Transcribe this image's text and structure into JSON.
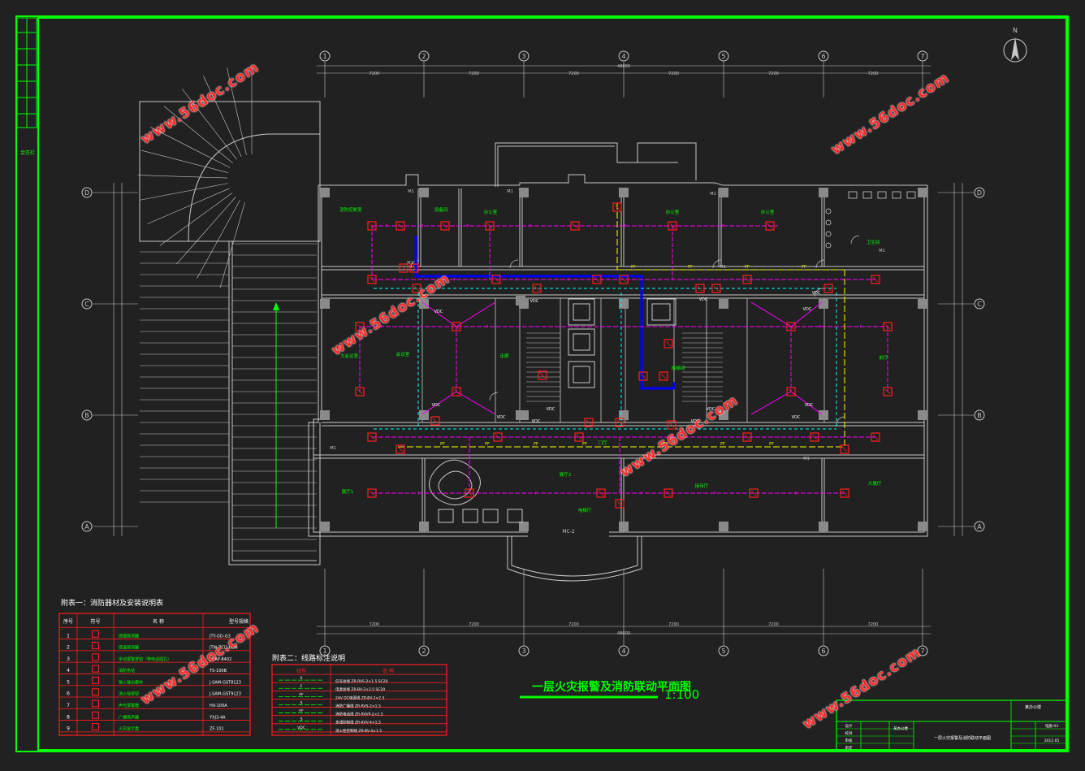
{
  "drawing": {
    "title": "一层火灾报警及消防联动平面图",
    "scale": "1:100",
    "north": "N",
    "overall_dimension": "48000",
    "watermark": "www.56doc.com"
  },
  "grid": {
    "columns": [
      "1",
      "2",
      "3",
      "4",
      "5",
      "6",
      "7"
    ],
    "rows": [
      "D",
      "C",
      "B",
      "A"
    ],
    "bay_dimensions": [
      "7200",
      "7200",
      "7200",
      "7200",
      "7200",
      "7200"
    ]
  },
  "rooms": [
    "消防控制室",
    "设备间",
    "办公室",
    "办公室",
    "办公室",
    "会议室",
    "大会议室",
    "走廊",
    "前厅",
    "展厅2",
    "接待厅",
    "展厅1",
    "大展厅",
    "卫生间",
    "楼梯间",
    "门厅",
    "电梯厅"
  ],
  "device_labels": {
    "fire_hydrant_button": "F",
    "smoke_detector": "S",
    "voltage_label": "VDC",
    "ff_label": "FF",
    "door_label": "M1",
    "entrance": "MC-2"
  },
  "table1": {
    "title": "附表一：消防器材及安装说明表",
    "headers": [
      "序号",
      "符号",
      "名 称",
      "型号规格"
    ],
    "rows": [
      {
        "no": "1",
        "name": "感烟探测器",
        "model": "JTY-GD-G3"
      },
      {
        "no": "2",
        "name": "感温探测器",
        "model": "JTW-ZCD-G3N"
      },
      {
        "no": "3",
        "name": "手动报警按钮（带电话插孔）",
        "model": "J-SAP-8402"
      },
      {
        "no": "4",
        "name": "消防电话",
        "model": "TS-100B"
      },
      {
        "no": "5",
        "name": "输入输出模块",
        "model": "J-SAM-GST8123"
      },
      {
        "no": "6",
        "name": "消火栓按钮",
        "model": "J-SAM-GST9123"
      },
      {
        "no": "7",
        "name": "声光报警器",
        "model": "HX-100A"
      },
      {
        "no": "8",
        "name": "广播扬声器",
        "model": "YXJ3-4A"
      },
      {
        "no": "9",
        "name": "火灾显示盘",
        "model": "ZF-101"
      }
    ]
  },
  "table2": {
    "title": "附表二：线路标注说明",
    "headers": [
      "线型",
      "说 明"
    ],
    "rows": [
      {
        "code": "S",
        "desc": "信号总线  ZR-RVS-2×1.5 SC20"
      },
      {
        "code": "F",
        "desc": "电源总线  ZR-BV-2×2.5 SC20"
      },
      {
        "code": "FF",
        "desc": "24V DC电源线  ZR-BV-2×2.5"
      },
      {
        "code": "S",
        "desc": "消防广播线  ZR-RVS-2×1.5"
      },
      {
        "code": "FF",
        "desc": "消防电话线  ZR-RVVP-2×1.5"
      },
      {
        "code": "S",
        "desc": "多线控制线  ZR-KVV-4×1.5"
      },
      {
        "code": "VDC",
        "desc": "消火栓控制线  ZR-BV-4×1.5"
      }
    ]
  },
  "title_block": {
    "project": "某办公楼",
    "drawing_name": "一层火灾报警及消防联动平面图",
    "roles": [
      "设计",
      "校对",
      "审核",
      "审定"
    ],
    "sheet": "电施-03",
    "date": "2012.05"
  },
  "left_strip": {
    "label": "会签栏"
  },
  "colors": {
    "background": "#212121",
    "frame": "#00ff00",
    "wall": "#c8c8c8",
    "device": "#ff1e1e",
    "wire_magenta": "#ff00ff",
    "wire_yellow": "#ffff00",
    "wire_cyan": "#00ffff",
    "wire_blue": "#0000ff",
    "text_green": "#00ff00",
    "watermark": "#ff2a2a"
  }
}
